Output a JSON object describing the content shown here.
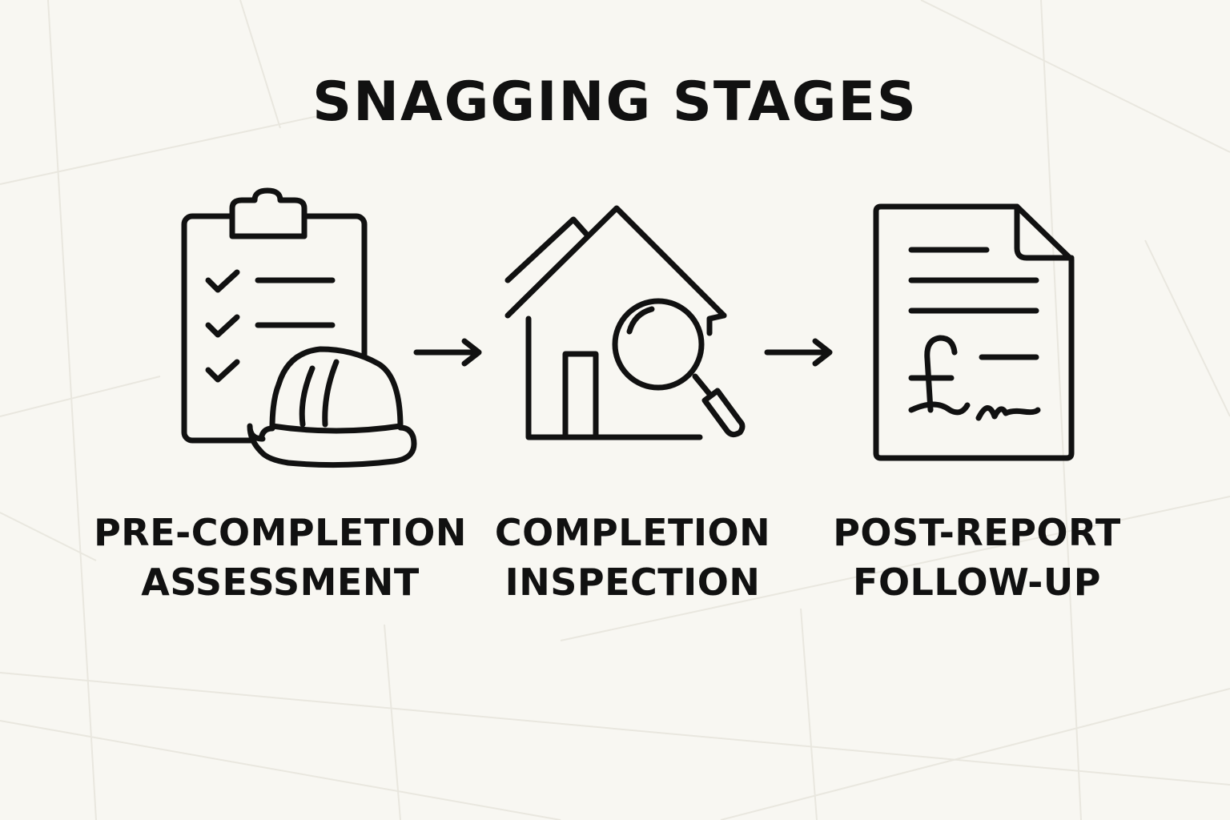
{
  "title": "SNAGGING STAGES",
  "stages": [
    {
      "icon": "clipboard-hardhat-icon",
      "line1": "PRE-COMPLETION",
      "line2": "ASSESSMENT"
    },
    {
      "icon": "house-magnifier-icon",
      "line1": "COMPLETION",
      "line2": "INSPECTION"
    },
    {
      "icon": "document-pound-icon",
      "line1": "POST-REPORT",
      "line2": "FOLLOW-UP"
    }
  ],
  "colors": {
    "background": "#f8f7f2",
    "ink": "#111111",
    "grid": "#e9e7df"
  }
}
